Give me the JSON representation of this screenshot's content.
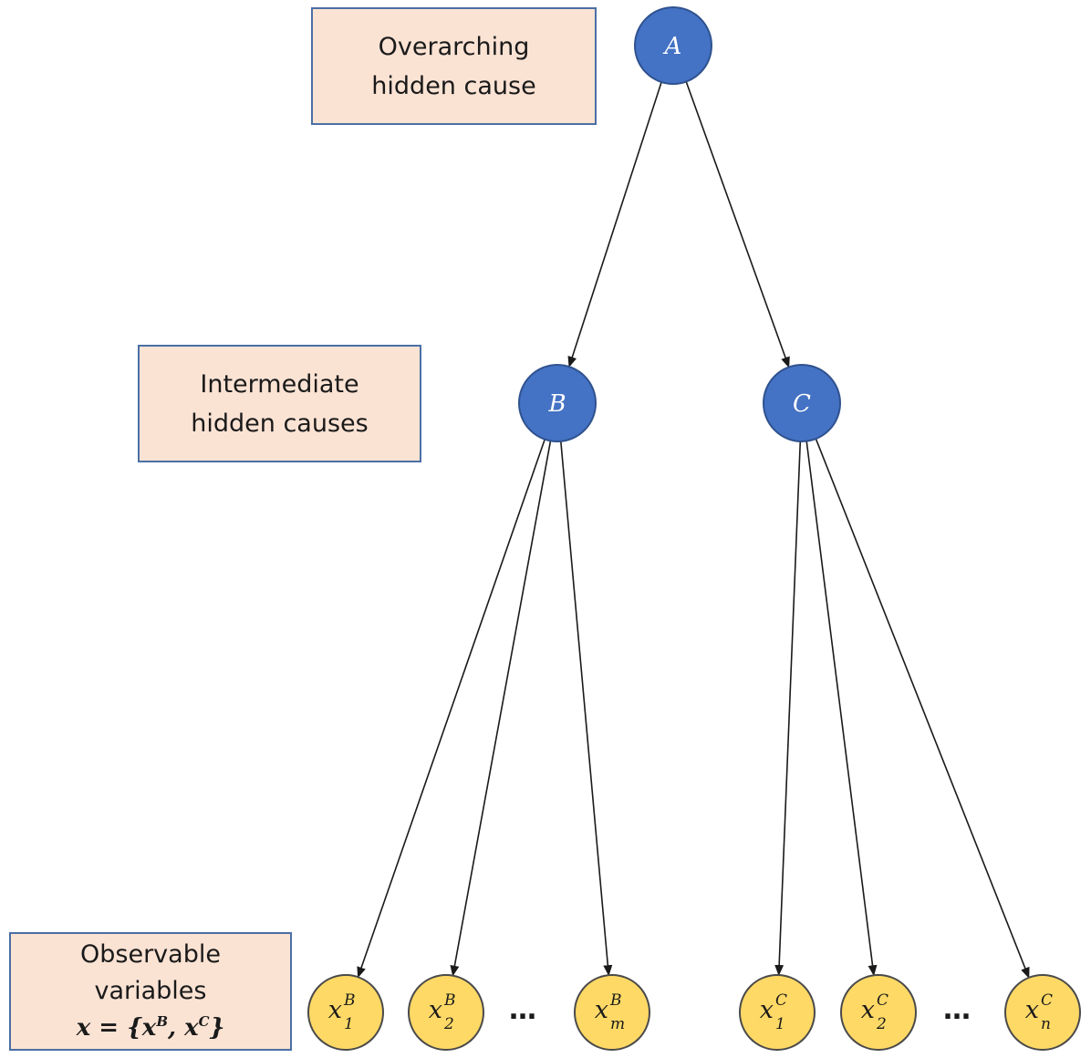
{
  "labels": {
    "overarching": {
      "line1": "Overarching",
      "line2": "hidden cause"
    },
    "intermediate": {
      "line1": "Intermediate",
      "line2": "hidden causes"
    },
    "observable": {
      "line1": "Observable",
      "line2": "variables",
      "formula_lhs": "x = {x",
      "formula_sup_b": "B",
      "formula_mid": ", x",
      "formula_sup_c": "C",
      "formula_end": "}"
    }
  },
  "nodes": {
    "A": {
      "label": "A",
      "kind": "hidden"
    },
    "B": {
      "label": "B",
      "kind": "hidden"
    },
    "C": {
      "label": "C",
      "kind": "hidden"
    },
    "xB1": {
      "main": "x",
      "sup": "B",
      "sub": "1",
      "kind": "observable"
    },
    "xB2": {
      "main": "x",
      "sup": "B",
      "sub": "2",
      "kind": "observable"
    },
    "xBm": {
      "main": "x",
      "sup": "B",
      "sub": "m",
      "kind": "observable"
    },
    "xC1": {
      "main": "x",
      "sup": "C",
      "sub": "1",
      "kind": "observable"
    },
    "xC2": {
      "main": "x",
      "sup": "C",
      "sub": "2",
      "kind": "observable"
    },
    "xCn": {
      "main": "x",
      "sup": "C",
      "sub": "n",
      "kind": "observable"
    }
  },
  "edges": [
    [
      "A",
      "B"
    ],
    [
      "A",
      "C"
    ],
    [
      "B",
      "xB1"
    ],
    [
      "B",
      "xB2"
    ],
    [
      "B",
      "xBm"
    ],
    [
      "C",
      "xC1"
    ],
    [
      "C",
      "xC2"
    ],
    [
      "C",
      "xCn"
    ]
  ],
  "ellipsis": {
    "left": "…",
    "right": "…"
  },
  "colors": {
    "hidden_fill": "#4472c4",
    "observable_fill": "#ffd966",
    "label_box_fill": "#fbe3d4",
    "label_box_border": "#4a6fa5"
  }
}
